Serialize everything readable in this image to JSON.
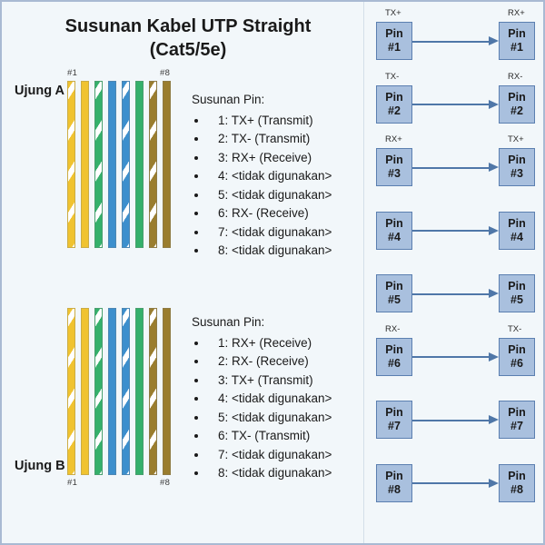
{
  "title": {
    "line1": "Susunan Kabel UTP Straight",
    "line2": "(Cat5/5e)"
  },
  "colors": {
    "background": "#f2f7fa",
    "frame_border": "#a9bad3",
    "wire_orange": "#f0c330",
    "wire_green": "#35b06b",
    "wire_blue": "#3c8fcd",
    "wire_brown": "#9a7d2e",
    "pinbox_fill": "#a9c0de",
    "pinbox_border": "#5b7fb0",
    "arrow": "#4f77a8"
  },
  "ends": [
    {
      "label": "Ujung A",
      "tick_first": "#1",
      "tick_last": "#8",
      "wires": [
        {
          "n": 1,
          "color": "#f0c330",
          "striped": true,
          "name": "orange-white-striped"
        },
        {
          "n": 2,
          "color": "#f0c330",
          "striped": false,
          "name": "orange-solid"
        },
        {
          "n": 3,
          "color": "#35b06b",
          "striped": true,
          "name": "green-white-striped"
        },
        {
          "n": 4,
          "color": "#3c8fcd",
          "striped": false,
          "name": "blue-solid"
        },
        {
          "n": 5,
          "color": "#3c8fcd",
          "striped": true,
          "name": "blue-white-striped"
        },
        {
          "n": 6,
          "color": "#35b06b",
          "striped": false,
          "name": "green-solid"
        },
        {
          "n": 7,
          "color": "#9a7d2e",
          "striped": true,
          "name": "brown-white-striped"
        },
        {
          "n": 8,
          "color": "#9a7d2e",
          "striped": false,
          "name": "brown-solid"
        }
      ],
      "pinlist": {
        "heading": "Susunan Pin:",
        "items": [
          "1: TX+ (Transmit)",
          "2: TX- (Transmit)",
          "3: RX+ (Receive)",
          "4: <tidak digunakan>",
          "5: <tidak digunakan>",
          "6: RX- (Receive)",
          "7: <tidak digunakan>",
          "8: <tidak digunakan>"
        ]
      }
    },
    {
      "label": "Ujung B",
      "tick_first": "#1",
      "tick_last": "#8",
      "wires": [
        {
          "n": 1,
          "color": "#f0c330",
          "striped": true,
          "name": "orange-white-striped"
        },
        {
          "n": 2,
          "color": "#f0c330",
          "striped": false,
          "name": "orange-solid"
        },
        {
          "n": 3,
          "color": "#35b06b",
          "striped": true,
          "name": "green-white-striped"
        },
        {
          "n": 4,
          "color": "#3c8fcd",
          "striped": false,
          "name": "blue-solid"
        },
        {
          "n": 5,
          "color": "#3c8fcd",
          "striped": true,
          "name": "blue-white-striped"
        },
        {
          "n": 6,
          "color": "#35b06b",
          "striped": false,
          "name": "green-solid"
        },
        {
          "n": 7,
          "color": "#9a7d2e",
          "striped": true,
          "name": "brown-white-striped"
        },
        {
          "n": 8,
          "color": "#9a7d2e",
          "striped": false,
          "name": "brown-solid"
        }
      ],
      "pinlist": {
        "heading": "Susunan Pin:",
        "items": [
          "1: RX+ (Receive)",
          "2: RX- (Receive)",
          "3: TX+ (Transmit)",
          "4: <tidak digunakan>",
          "5: <tidak digunakan>",
          "6: TX- (Transmit)",
          "7: <tidak digunakan>",
          "8: <tidak digunakan>"
        ]
      }
    }
  ],
  "pin_map": {
    "rows": [
      {
        "left_label": "TX+",
        "right_label": "RX+",
        "left_pin_l1": "Pin",
        "left_pin_l2": "#1",
        "right_pin_l1": "Pin",
        "right_pin_l2": "#1"
      },
      {
        "left_label": "TX-",
        "right_label": "RX-",
        "left_pin_l1": "Pin",
        "left_pin_l2": "#2",
        "right_pin_l1": "Pin",
        "right_pin_l2": "#2"
      },
      {
        "left_label": "RX+",
        "right_label": "TX+",
        "left_pin_l1": "Pin",
        "left_pin_l2": "#3",
        "right_pin_l1": "Pin",
        "right_pin_l2": "#3"
      },
      {
        "left_label": "",
        "right_label": "",
        "left_pin_l1": "Pin",
        "left_pin_l2": "#4",
        "right_pin_l1": "Pin",
        "right_pin_l2": "#4"
      },
      {
        "left_label": "",
        "right_label": "",
        "left_pin_l1": "Pin",
        "left_pin_l2": "#5",
        "right_pin_l1": "Pin",
        "right_pin_l2": "#5"
      },
      {
        "left_label": "RX-",
        "right_label": "TX-",
        "left_pin_l1": "Pin",
        "left_pin_l2": "#6",
        "right_pin_l1": "Pin",
        "right_pin_l2": "#6"
      },
      {
        "left_label": "",
        "right_label": "",
        "left_pin_l1": "Pin",
        "left_pin_l2": "#7",
        "right_pin_l1": "Pin",
        "right_pin_l2": "#7"
      },
      {
        "left_label": "",
        "right_label": "",
        "left_pin_l1": "Pin",
        "left_pin_l2": "#8",
        "right_pin_l1": "Pin",
        "right_pin_l2": "#8"
      }
    ]
  }
}
